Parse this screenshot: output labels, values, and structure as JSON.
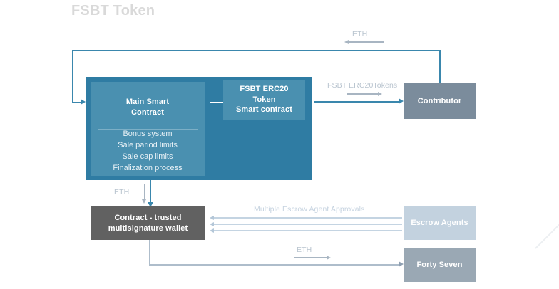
{
  "page": {
    "title": "FSBT Token",
    "background": "#ffffff"
  },
  "colors": {
    "container_blue": "#2f7ca3",
    "inner_blue": "#4a90b0",
    "contributor_gray": "#7b8c9c",
    "multisig_dark": "#616161",
    "escrow_light": "#c3d2df",
    "fortyseven_slate": "#9aa8b4",
    "line_blue": "#3a87ad",
    "line_gray": "#a8b5c2",
    "label_gray": "#b9c4cf",
    "title_gray": "#d9d9d9"
  },
  "nodes": {
    "main_smart_contract": {
      "title": "Main Smart\nContract",
      "title_line1": "Main Smart",
      "title_line2": "Contract",
      "features": [
        "Bonus system",
        "Sale pariod limits",
        "Sale cap limits",
        "Finalization process"
      ]
    },
    "erc20_token": {
      "line1": "FSBT ERC20",
      "line2": "Token",
      "line3": "Smart contract"
    },
    "contributor": {
      "label": "Contributor"
    },
    "multisig_wallet": {
      "line1": "Contract - trusted",
      "line2": "multisignature wallet"
    },
    "escrow_agents": {
      "label": "Escrow Agents"
    },
    "forty_seven": {
      "label": "Forty Seven"
    }
  },
  "edges": {
    "eth_top": {
      "label": "ETH",
      "direction": "left",
      "from": "contributor",
      "to": "main_smart_contract"
    },
    "tokens_to_contributor": {
      "label": "FSBT ERC20Tokens",
      "direction": "right",
      "from": "main_container",
      "to": "contributor"
    },
    "eth_to_multisig": {
      "label": "ETH",
      "direction": "down",
      "from": "main_container",
      "to": "multisig_wallet"
    },
    "escrow_approvals": {
      "label": "Multiple Escrow Agent Approvals",
      "direction": "left",
      "from": "escrow_agents",
      "to": "multisig_wallet",
      "count": 3
    },
    "eth_to_fortyseven": {
      "label": "ETH",
      "direction": "right",
      "from": "multisig_wallet",
      "to": "forty_seven"
    }
  },
  "icons": {
    "inner_flow_arrow": "arrow-right-icon"
  }
}
